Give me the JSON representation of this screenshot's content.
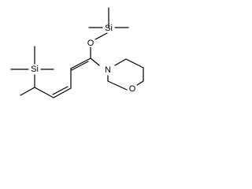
{
  "molecule": {
    "atoms": {
      "si_top": "Si",
      "o_ether": "O",
      "si_left": "Si",
      "n_amine": "N",
      "o_ring": "O"
    }
  }
}
